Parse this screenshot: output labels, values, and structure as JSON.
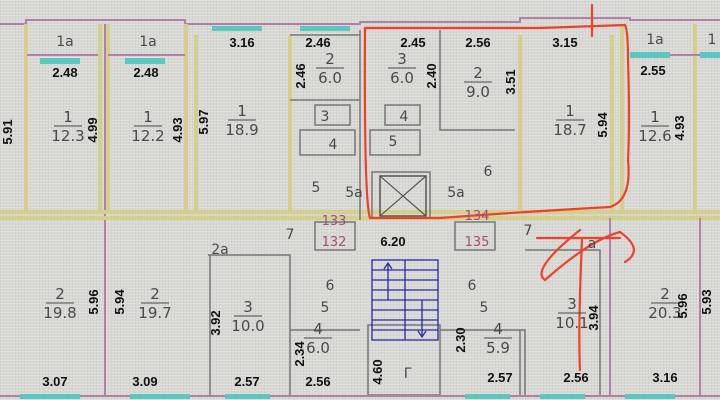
{
  "rooms": [
    {
      "number": "1",
      "area": "12.3"
    },
    {
      "number": "1",
      "area": "12.2"
    },
    {
      "number": "1",
      "area": "18.9"
    },
    {
      "number": "2",
      "area": "6.0"
    },
    {
      "number": "3",
      "area": "6.0"
    },
    {
      "number": "2",
      "area": "9.0"
    },
    {
      "number": "1",
      "area": "18.7"
    },
    {
      "number": "1",
      "area": "12.6"
    },
    {
      "number": "2",
      "area": "19.8"
    },
    {
      "number": "2",
      "area": "19.7"
    },
    {
      "number": "3",
      "area": "10.0"
    },
    {
      "number": "4",
      "area": "6.0"
    },
    {
      "number": "4",
      "area": "5.9"
    },
    {
      "number": "3",
      "area": "10.1"
    },
    {
      "number": "2",
      "area": "20.3"
    }
  ],
  "balconies": [
    "1а",
    "1а",
    "1а",
    "1"
  ],
  "room_tags": [
    "3",
    "4",
    "5",
    "5а",
    "4",
    "5",
    "5а",
    "6",
    "7",
    "7",
    "6",
    "5",
    "6",
    "5",
    "Г",
    "2а",
    "а"
  ],
  "stair_numbers": [
    "133",
    "132",
    "134",
    "135"
  ],
  "dimensions_horizontal": [
    "2.48",
    "2.48",
    "3.16",
    "2.46",
    "2.45",
    "2.56",
    "3.15",
    "2.55",
    "6.20",
    "3.07",
    "3.09",
    "2.57",
    "2.56",
    "2.57",
    "2.56",
    "3.16"
  ],
  "dimensions_vertical": [
    "5.91",
    "4.99",
    "4.93",
    "5.97",
    "2.46",
    "2.40",
    "3.51",
    "5.94",
    "4.93",
    "5.96",
    "5.94",
    "3.92",
    "2.34",
    "4.60",
    "2.30",
    "3.94",
    "5.96",
    "5.93"
  ],
  "colors": {
    "marker": "#f0402a",
    "window": "#5ec6c0",
    "wall": "#d5cf8c",
    "stair": "#2a2aa8"
  }
}
